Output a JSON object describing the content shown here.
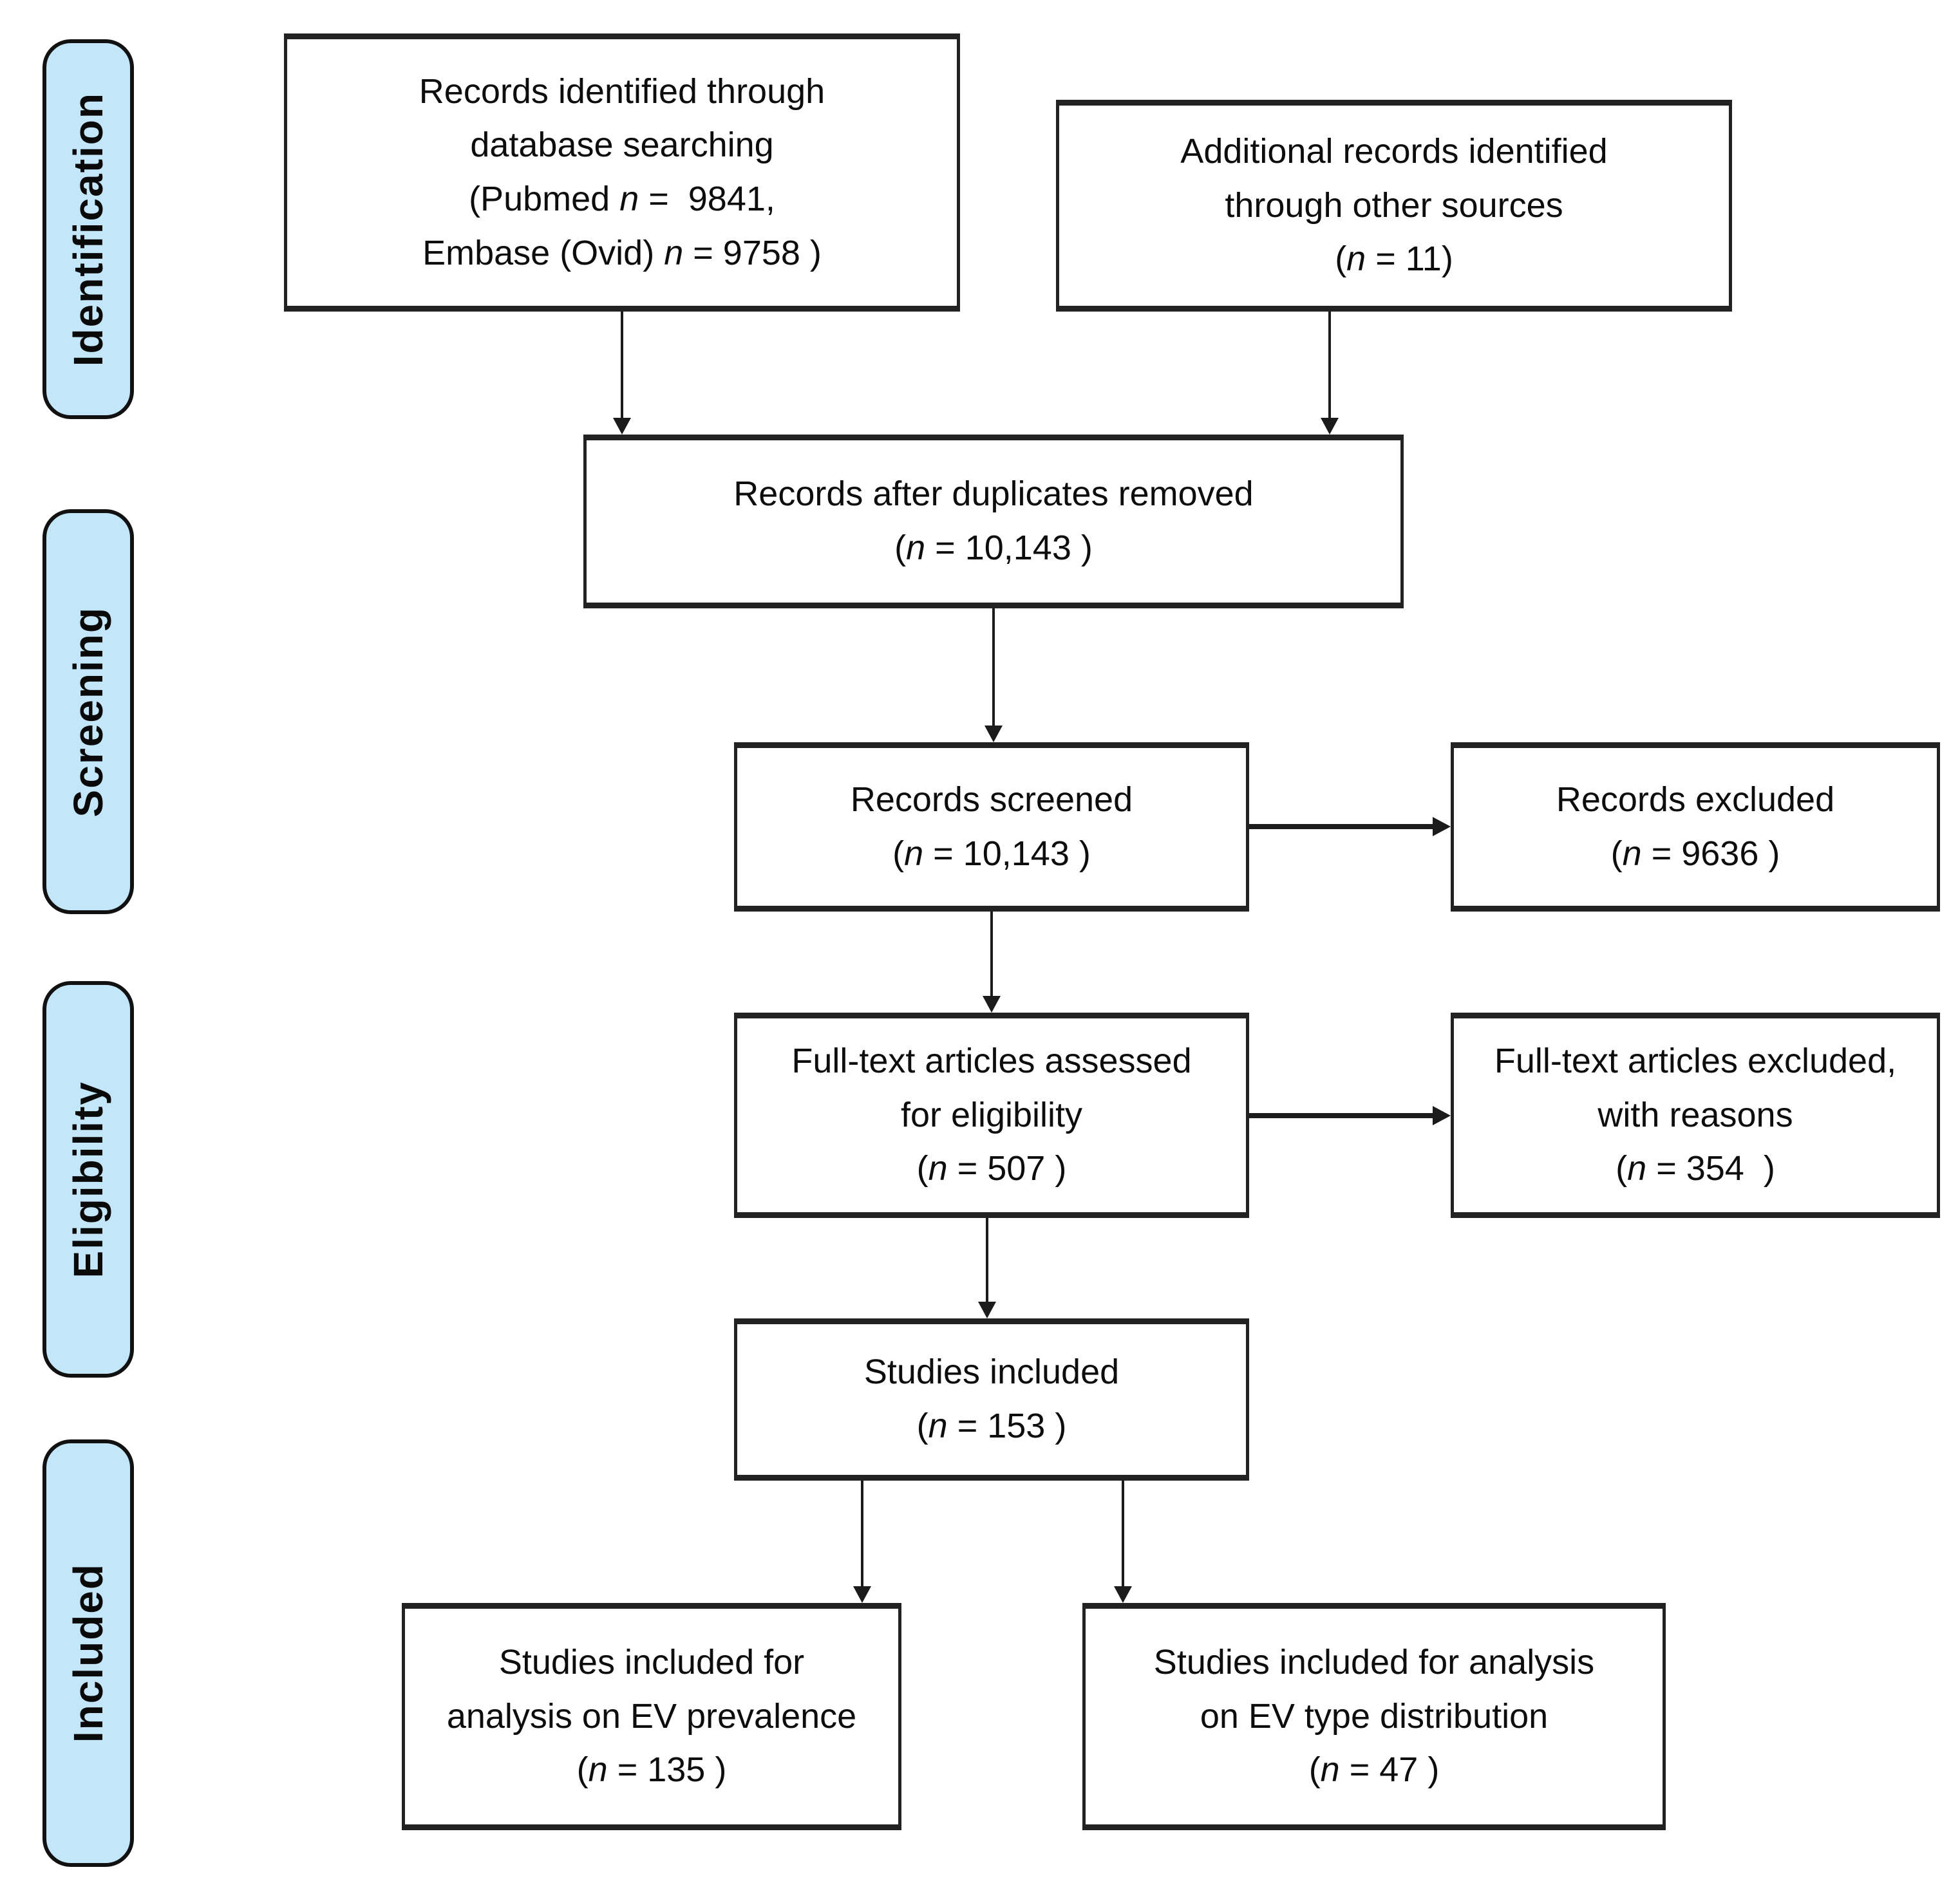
{
  "figure": {
    "type": "prisma-flow-diagram",
    "colors": {
      "stage_fill": "#c3e6f8",
      "box_fill": "#ffffff",
      "ink": "#1b1b1b",
      "background": "#ffffff"
    },
    "stages": [
      {
        "id": "identification",
        "label": "Identification"
      },
      {
        "id": "screening",
        "label": "Screening"
      },
      {
        "id": "eligibility",
        "label": "Eligibility"
      },
      {
        "id": "included",
        "label": "Included"
      }
    ],
    "boxes": {
      "db_search": {
        "lines": [
          "Records identified through",
          "database searching",
          "(Pubmed n =  9841,",
          "Embase (Ovid) n = 9758 )"
        ]
      },
      "other_sources": {
        "lines": [
          "Additional records identified",
          "through other sources",
          "(n = 11)"
        ]
      },
      "duplicates_removed": {
        "lines": [
          "Records after duplicates removed",
          "(n = 10,143 )"
        ]
      },
      "records_screened": {
        "lines": [
          "Records screened",
          "(n = 10,143 )"
        ]
      },
      "records_excluded": {
        "lines": [
          "Records excluded",
          "(n = 9636 )"
        ]
      },
      "fulltext_assessed": {
        "lines": [
          "Full-text articles assessed",
          "for eligibility",
          "(n = 507 )"
        ]
      },
      "fulltext_excluded": {
        "lines": [
          "Full-text articles excluded,",
          "with reasons",
          "(n = 354  )"
        ]
      },
      "studies_included": {
        "lines": [
          "Studies included",
          "(n = 153 )"
        ]
      },
      "ev_prevalence": {
        "lines": [
          "Studies included for",
          "analysis on EV prevalence",
          "(n = 135 )"
        ]
      },
      "ev_type_distribution": {
        "lines": [
          "Studies included for analysis",
          "on EV type distribution",
          "(n = 47 )"
        ]
      }
    }
  }
}
